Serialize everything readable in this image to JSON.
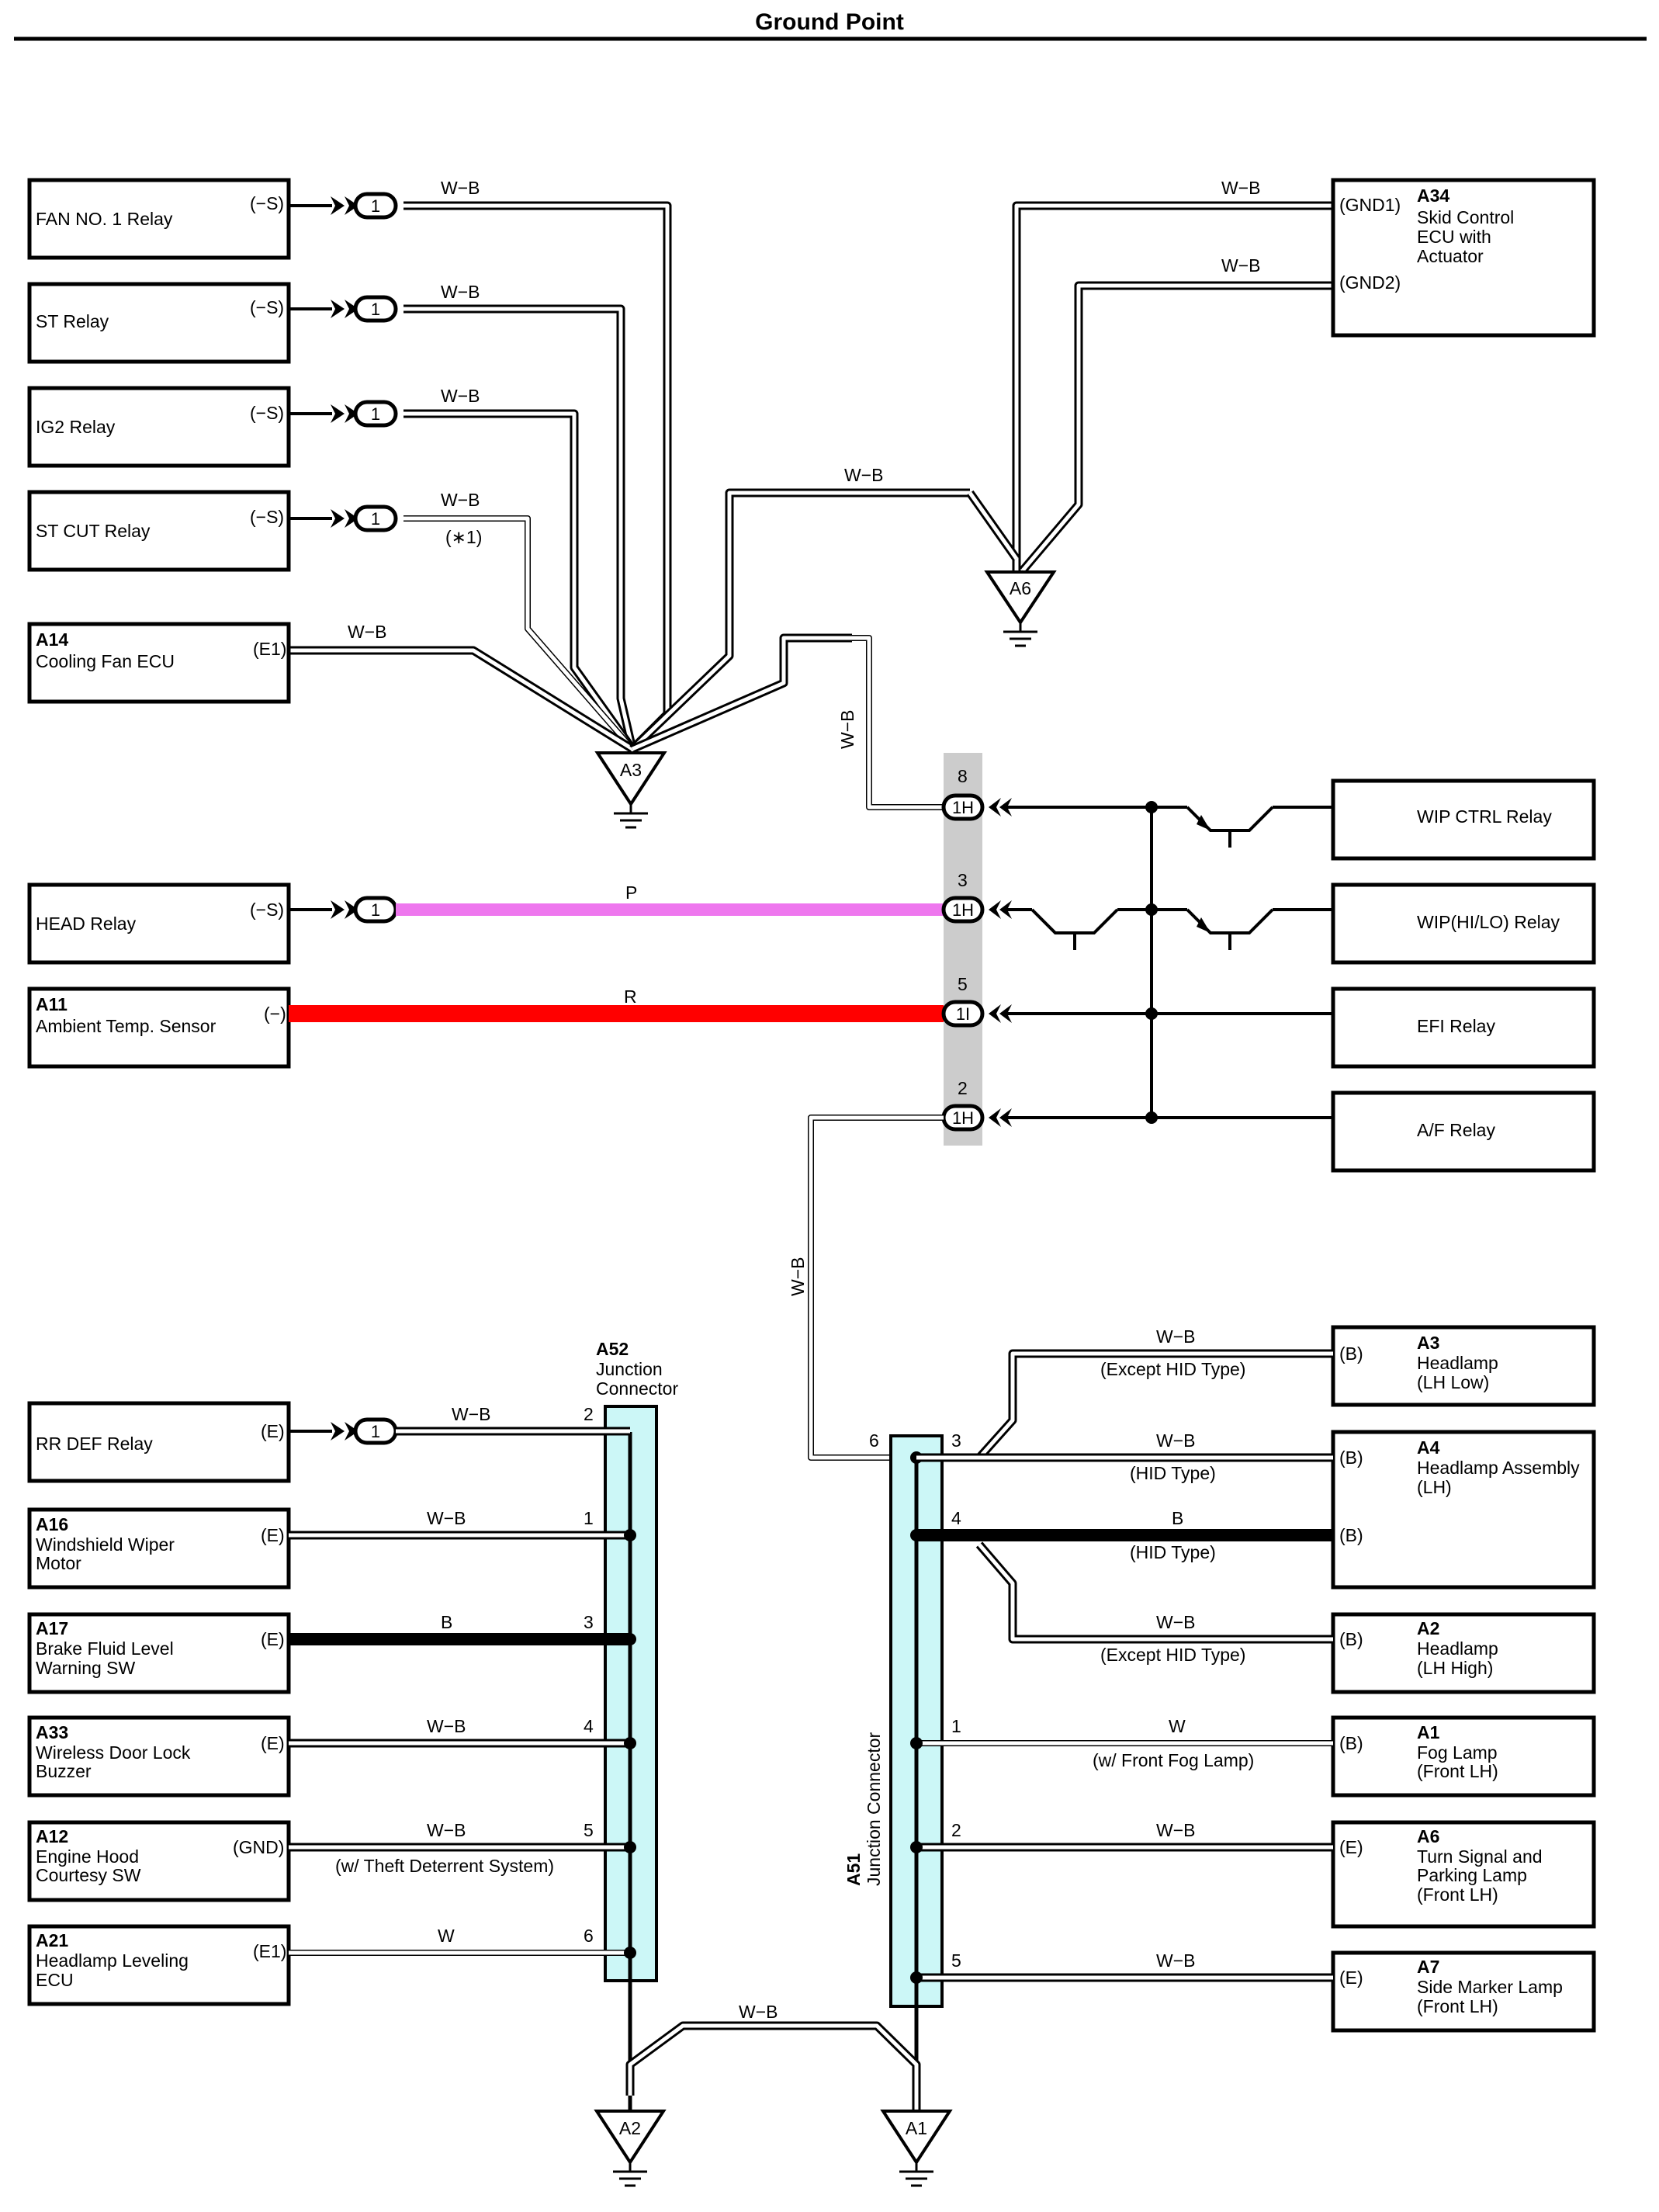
{
  "title": "Ground Point",
  "components": {
    "fan1": {
      "id": "",
      "name": "FAN NO. 1 Relay",
      "pin": "(−S)"
    },
    "st": {
      "id": "",
      "name": "ST Relay",
      "pin": "(−S)"
    },
    "ig2": {
      "id": "",
      "name": "IG2 Relay",
      "pin": "(−S)"
    },
    "stcut": {
      "id": "",
      "name": "ST CUT Relay",
      "pin": "(−S)"
    },
    "a14": {
      "id": "A14",
      "name": "Cooling Fan ECU",
      "pin": "(E1)"
    },
    "a34": {
      "id": "A34",
      "name1": "Skid Control",
      "name2": "ECU with",
      "name3": "Actuator",
      "pin1": "(GND1)",
      "pin2": "(GND2)"
    },
    "head": {
      "id": "",
      "name": "HEAD Relay",
      "pin": "(−S)"
    },
    "a11": {
      "id": "A11",
      "name": "Ambient Temp.  Sensor",
      "pin": "(−)"
    },
    "wipctrl": {
      "name": "WIP CTRL Relay"
    },
    "wiphilo": {
      "name": "WIP(HI/LO) Relay"
    },
    "efi": {
      "name": "EFI Relay"
    },
    "af": {
      "name": "A/F Relay"
    },
    "rrdef": {
      "id": "",
      "name": "RR DEF Relay",
      "pin": "(E)"
    },
    "a16": {
      "id": "A16",
      "name1": "Windshield Wiper",
      "name2": "Motor",
      "pin": "(E)"
    },
    "a17": {
      "id": "A17",
      "name1": "Brake Fluid Level",
      "name2": "Warning SW",
      "pin": "(E)"
    },
    "a33": {
      "id": "A33",
      "name1": "Wireless Door Lock",
      "name2": "Buzzer",
      "pin": "(E)"
    },
    "a12": {
      "id": "A12",
      "name1": "Engine Hood",
      "name2": "Courtesy SW",
      "pin": "(GND)"
    },
    "a21": {
      "id": "A21",
      "name1": "Headlamp Leveling",
      "name2": "ECU",
      "pin": "(E1)"
    },
    "a3h": {
      "id": "A3",
      "name1": "Headlamp",
      "name2": "(LH Low)",
      "pin": "(B)"
    },
    "a4": {
      "id": "A4",
      "name1": "Headlamp Assembly",
      "name2": "(LH)",
      "pin1": "(B)",
      "pin2": "(B)"
    },
    "a2h": {
      "id": "A2",
      "name1": "Headlamp",
      "name2": "(LH High)",
      "pin": "(B)"
    },
    "a1": {
      "id": "A1",
      "name1": "Fog Lamp",
      "name2": "(Front LH)",
      "pin": "(B)"
    },
    "a6c": {
      "id": "A6",
      "name1": "Turn Signal and",
      "name2": "Parking Lamp",
      "name3": "(Front LH)",
      "pin": "(E)"
    },
    "a7": {
      "id": "A7",
      "name1": "Side Marker Lamp",
      "name2": "(Front LH)",
      "pin": "(E)"
    }
  },
  "junctions": {
    "a52": {
      "id": "A52",
      "name1": "Junction",
      "name2": "Connector"
    },
    "a51": {
      "id": "A51",
      "name": "Junction Connector"
    }
  },
  "grounds": {
    "a3": "A3",
    "a6": "A6",
    "a2": "A2",
    "a1": "A1"
  },
  "connectors": {
    "one": "1",
    "h1": "1H",
    "i1": "1I"
  },
  "wire_colors": {
    "wb": "W−B",
    "p": "P",
    "r": "R",
    "b": "B",
    "w": "W"
  },
  "pins": {
    "p8": "8",
    "p3": "3",
    "p5": "5",
    "p2": "2",
    "a52_2": "2",
    "a52_1": "1",
    "a52_3": "3",
    "a52_4": "4",
    "a52_5": "5",
    "a52_6": "6",
    "a51_6": "6",
    "a51_3": "3",
    "a51_4": "4",
    "a51_1": "1",
    "a51_2": "2",
    "a51_5": "5"
  },
  "notes": {
    "star1": "(∗1)",
    "except_hid": "(Except HID Type)",
    "hid": "(HID Type)",
    "front_fog": "(w/ Front Fog Lamp)",
    "theft": "(w/ Theft Deterrent System)"
  },
  "colors": {
    "pink": "#ee77ee",
    "red": "#ff0000",
    "junction": "#ccf7f7",
    "splice": "#cccccc"
  }
}
